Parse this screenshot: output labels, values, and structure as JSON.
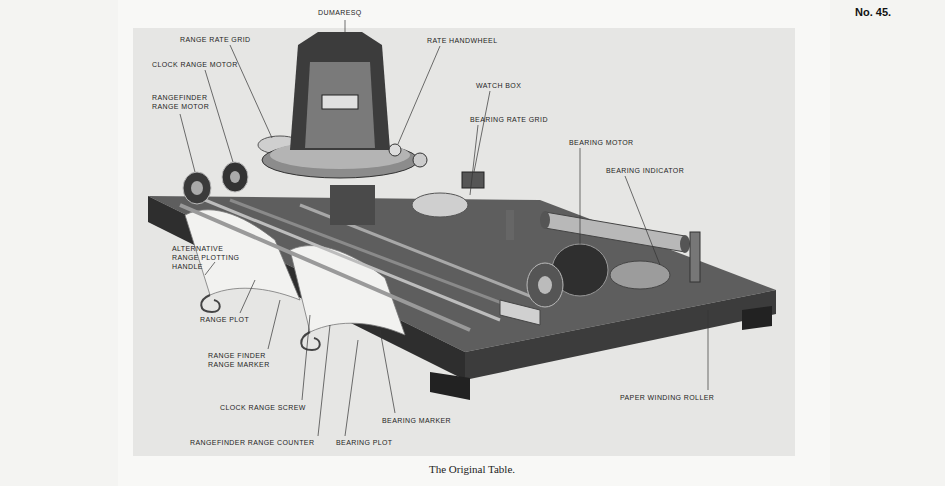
{
  "diagram": {
    "caption": "The Original Table.",
    "labels": [
      "No. 45.",
      "DUMARESQ",
      "RANGE RATE GRID",
      "RATE HANDWHEEL",
      "CLOCK RANGE MOTOR",
      "WATCH BOX",
      "RANGEFINDER RANGE MOTOR",
      "BEARING RATE GRID",
      "BEARING MOTOR",
      "BEARING INDICATOR",
      "ALTERNATIVE RANGE PLOTTING HANDLE",
      "RANGE PLOT",
      "RANGE FINDER RANGE MARKER",
      "PAPER WINDING ROLLER",
      "CLOCK RANGE SCREW",
      "BEARING MARKER",
      "RANGEFINDER RANGE COUNTER",
      "BEARING PLOT"
    ]
  }
}
